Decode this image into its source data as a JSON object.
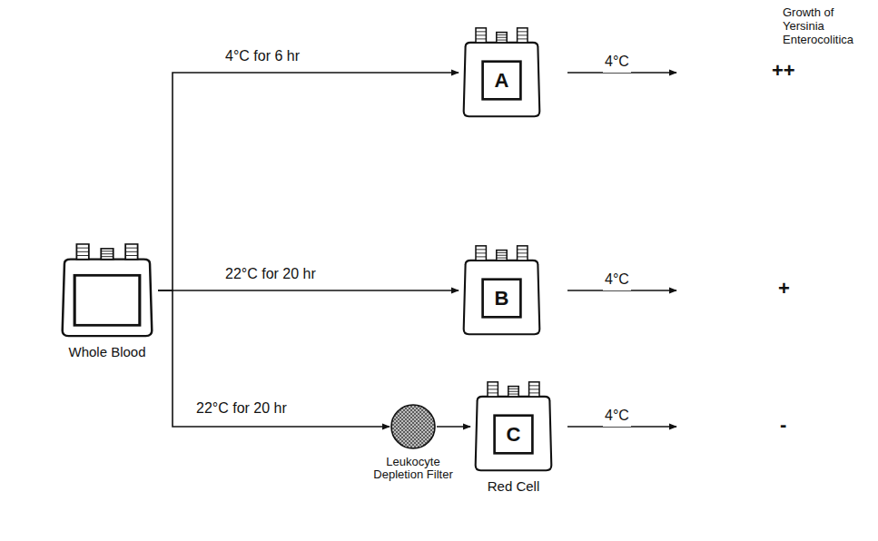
{
  "diagram": {
    "nodes": [
      {
        "text": [
          "Whole Blood"
        ]
      },
      {
        "text": [
          "A"
        ]
      },
      {
        "text": [
          "B"
        ]
      },
      {
        "text": [
          "Leukocyte Depletion Filter"
        ]
      },
      {
        "text": [
          "C",
          "Red Cell"
        ]
      }
    ],
    "edges": [
      {
        "from": 0,
        "to": 1,
        "arrow": "to",
        "label": "4°C for 6 hr"
      },
      {
        "from": 0,
        "to": 2,
        "arrow": "to",
        "label": "22°C for 20 hr"
      },
      {
        "from": 0,
        "to": 3,
        "arrow": "to",
        "label": "22°C for 20 hr"
      },
      {
        "from": 3,
        "to": 4,
        "arrow": "to"
      }
    ],
    "labels": [
      "Growth of Yersinia Enterocolitica",
      "4°C",
      "4°C",
      "4°C",
      "++",
      "+",
      "-"
    ]
  }
}
